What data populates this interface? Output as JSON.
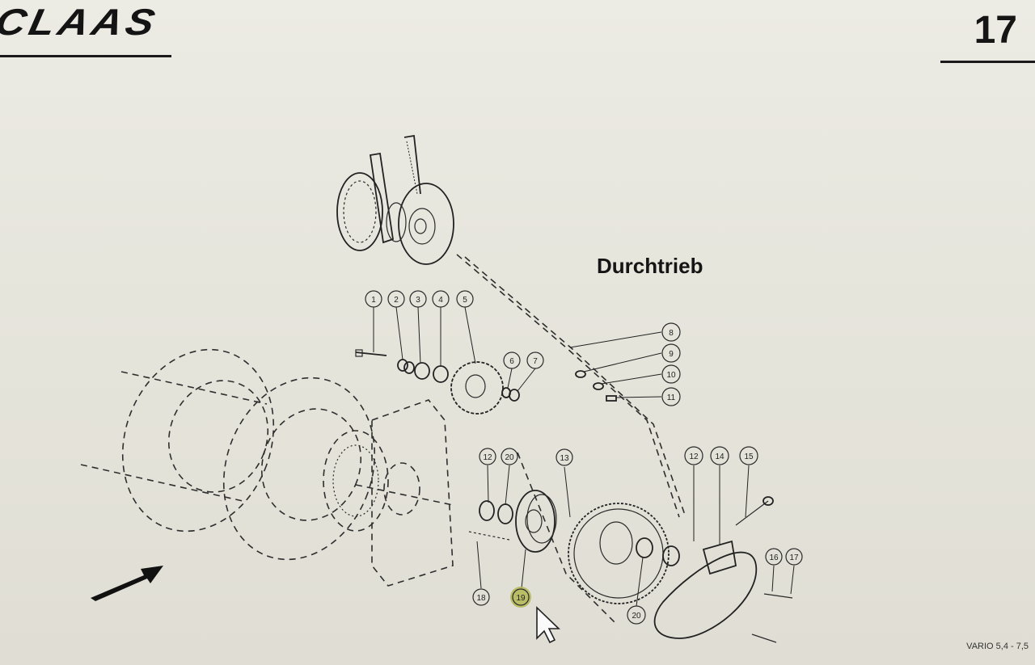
{
  "header": {
    "logo_text": "CLAAS",
    "page_number": "17"
  },
  "diagram": {
    "heading": "Durchtrieb",
    "callouts": [
      "1",
      "2",
      "3",
      "4",
      "5",
      "6",
      "7",
      "8",
      "9",
      "10",
      "11",
      "12",
      "20",
      "13",
      "12",
      "14",
      "15",
      "16",
      "17",
      "18",
      "19",
      "20"
    ],
    "highlighted_callout": "19",
    "highlight_color": "#b5b95a"
  },
  "footer": {
    "model_text": "VARIO 5,4 - 7,5"
  },
  "pointer": {
    "icon": "mouse-cursor-icon"
  }
}
